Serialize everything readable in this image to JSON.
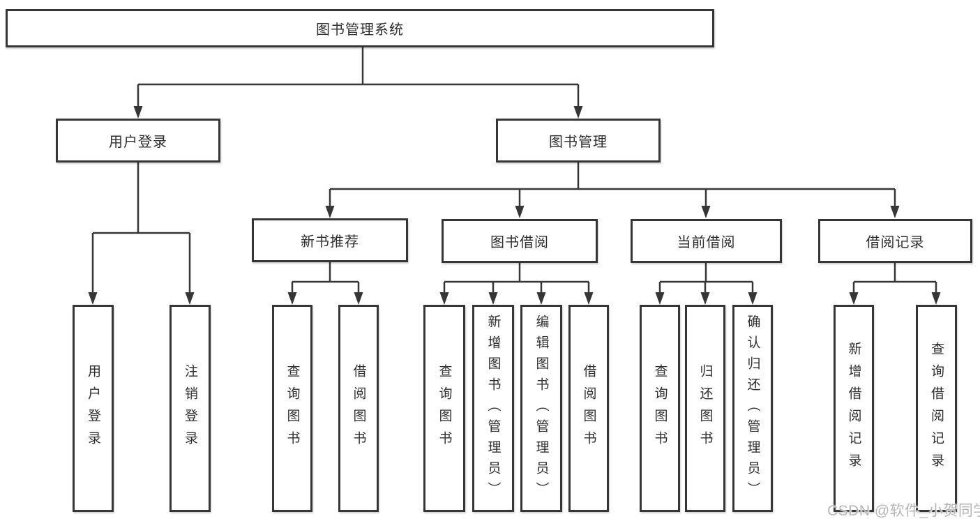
{
  "colors": {
    "line": "#363636",
    "text": "#2e2e2e",
    "watermark": "#b5b5b5",
    "background": "#ffffff"
  },
  "tree": {
    "label": "图书管理系统",
    "children": [
      {
        "label": "用户登录",
        "children": [
          {
            "label": "用户登录"
          },
          {
            "label": "注销登录"
          }
        ]
      },
      {
        "label": "图书管理",
        "children": [
          {
            "label": "新书推荐",
            "children": [
              {
                "label": "查询图书"
              },
              {
                "label": "借阅图书"
              }
            ]
          },
          {
            "label": "图书借阅",
            "children": [
              {
                "label": "查询图书"
              },
              {
                "label": "新增图书（管理员）"
              },
              {
                "label": "编辑图书（管理员）"
              },
              {
                "label": "借阅图书"
              }
            ]
          },
          {
            "label": "当前借阅",
            "children": [
              {
                "label": "查询图书"
              },
              {
                "label": "归还图书"
              },
              {
                "label": "确认归还（管理员）"
              }
            ]
          },
          {
            "label": "借阅记录",
            "children": [
              {
                "label": "新增借阅记录"
              },
              {
                "label": "查询借阅记录"
              }
            ]
          }
        ]
      }
    ]
  },
  "watermark": {
    "text": "CSDN @软件_小贺同学"
  }
}
